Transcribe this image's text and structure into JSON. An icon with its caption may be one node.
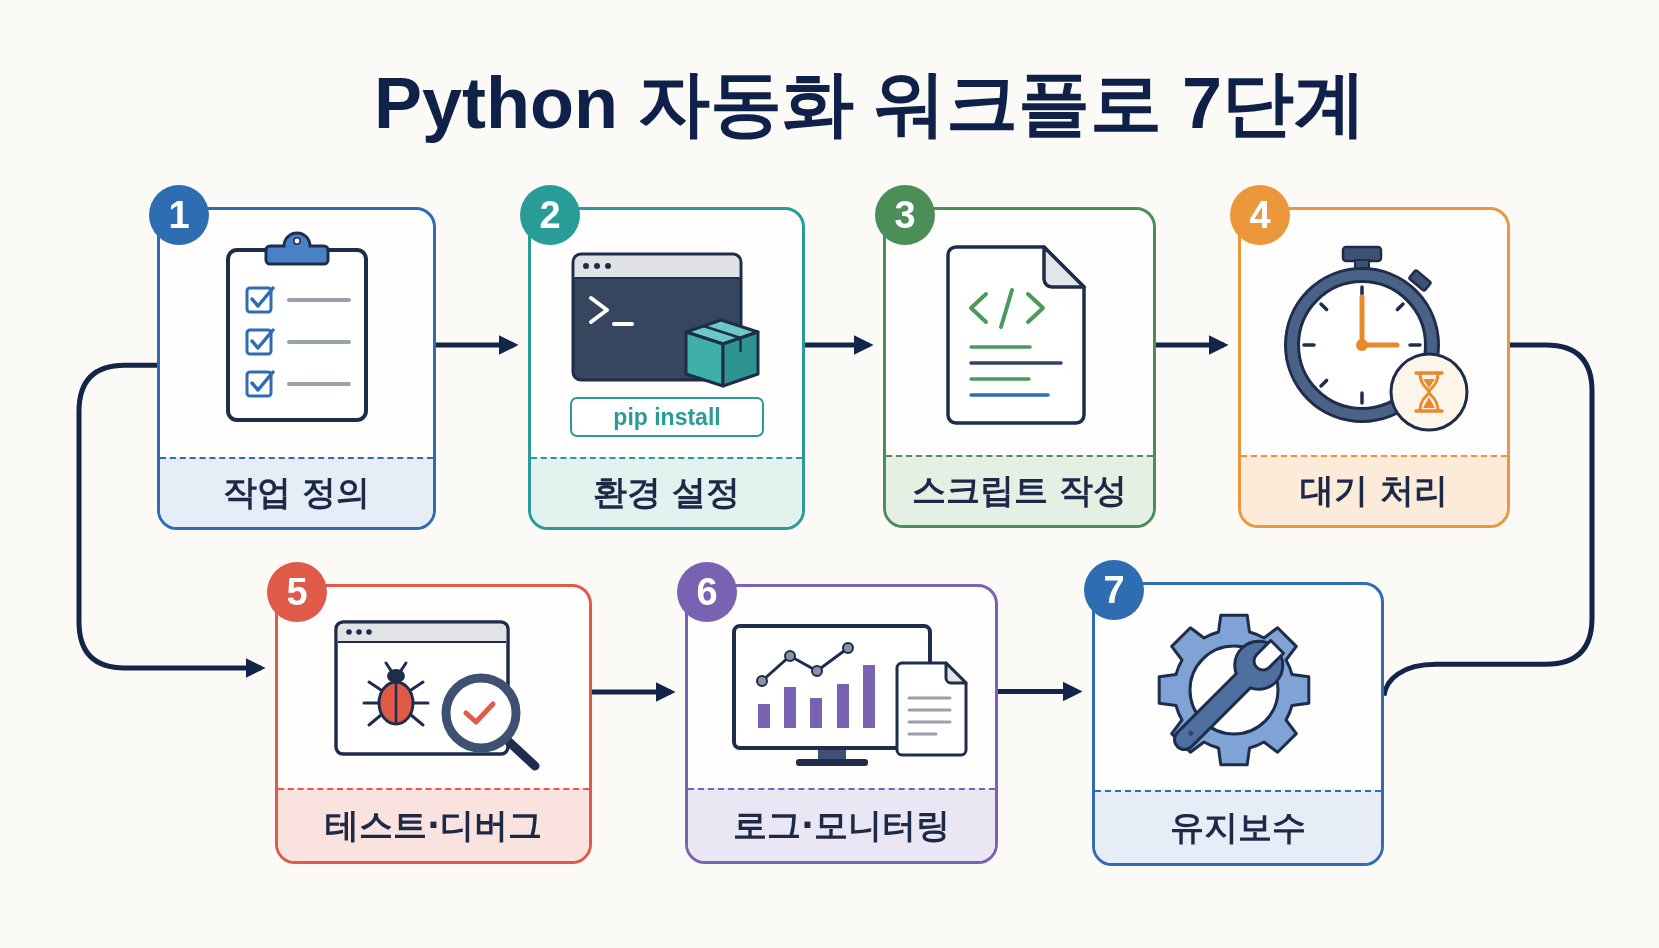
{
  "diagram": {
    "title": "Python 자동화 워크플로 7단계",
    "nodes": [
      {
        "text": [
          "1",
          "작업 정의"
        ]
      },
      {
        "text": [
          "2",
          "환경 설정"
        ]
      },
      {
        "text": [
          "pip install"
        ],
        "in": 1
      },
      {
        "text": [
          "3",
          "스크립트 작성"
        ]
      },
      {
        "text": [
          "4",
          "대기 처리"
        ]
      },
      {
        "text": [
          "5",
          "테스트·디버그"
        ]
      },
      {
        "text": [
          "6",
          "로그·모니터링"
        ]
      },
      {
        "text": [
          "7",
          "유지보수"
        ]
      }
    ],
    "edges": [
      {
        "from": 0,
        "to": 1,
        "arrow": "to"
      },
      {
        "from": 1,
        "to": 3,
        "arrow": "to"
      },
      {
        "from": 3,
        "to": 4,
        "arrow": "to"
      },
      {
        "from": 0,
        "to": 5,
        "arrow": "to"
      },
      {
        "from": 5,
        "to": 6,
        "arrow": "to"
      },
      {
        "from": 6,
        "to": 7,
        "arrow": "to"
      },
      {
        "from": 4,
        "to": 7,
        "arrow": "none"
      }
    ]
  }
}
